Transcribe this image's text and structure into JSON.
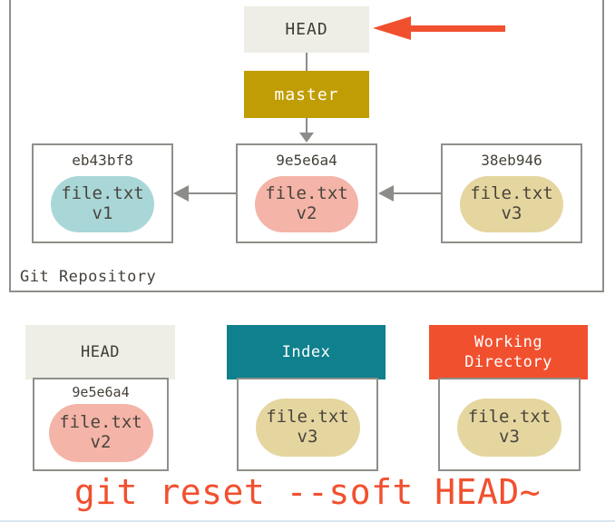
{
  "colors": {
    "accent_red": "#f1502f",
    "branch_gold": "#c09d05",
    "index_teal": "#0f808d",
    "head_beige": "#efeee6",
    "border_gray": "#8f8f8a",
    "arrow_gray": "#8c8c89",
    "text_dark": "#454039",
    "oval_v1_teal": "#a9d7d8",
    "oval_v2_pink": "#f4b4a8",
    "oval_v3_tan": "#e5d6a0",
    "bottom_rule_blue": "#dbe6ef"
  },
  "repository": {
    "label": "Git Repository",
    "head_box": "HEAD",
    "branch_box": "master",
    "commits": [
      {
        "hash": "eb43bf8",
        "file": "file.txt",
        "version": "v1"
      },
      {
        "hash": "9e5e6a4",
        "file": "file.txt",
        "version": "v2"
      },
      {
        "hash": "38eb946",
        "file": "file.txt",
        "version": "v3"
      }
    ]
  },
  "areas": [
    {
      "title": "HEAD",
      "hash": "9e5e6a4",
      "file": "file.txt",
      "version": "v2"
    },
    {
      "title": "Index",
      "file": "file.txt",
      "version": "v3"
    },
    {
      "title": "Working\nDirectory",
      "file": "file.txt",
      "version": "v3"
    }
  ],
  "caption": "git reset --soft HEAD~"
}
